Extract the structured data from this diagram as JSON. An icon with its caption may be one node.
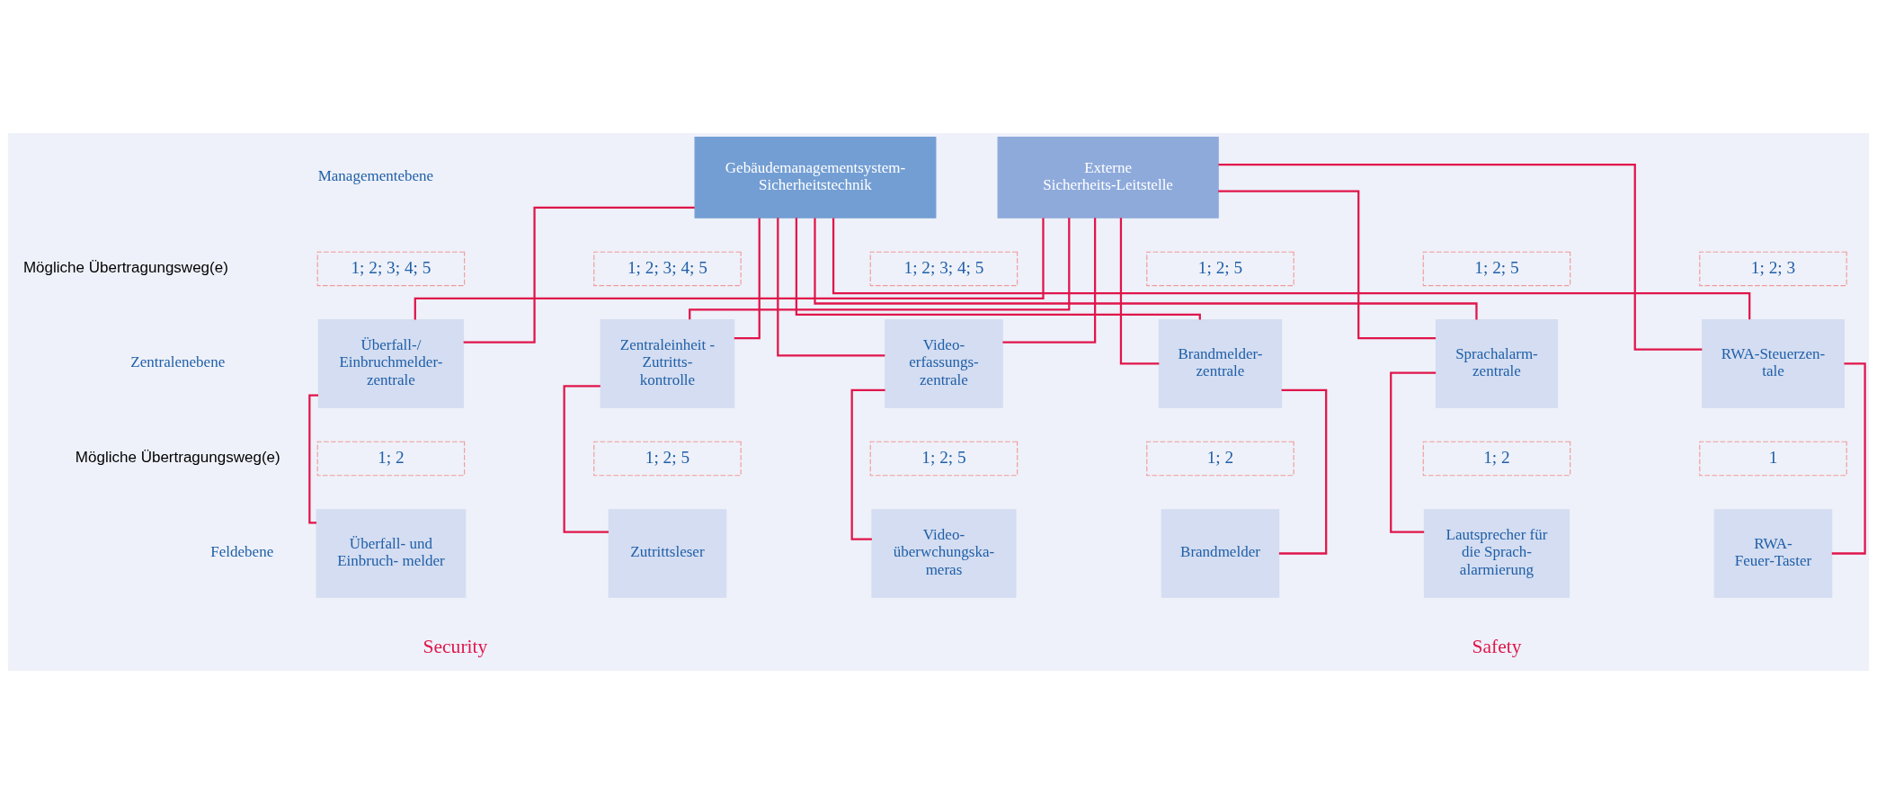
{
  "diagram": {
    "nodes": [
      {
        "text": [
          "Gebäudemanagementsystem- Sicherheitstechnik"
        ]
      },
      {
        "text": [
          "Externe Sicherheits-Leitstelle"
        ]
      },
      {
        "text": [
          "1; 2; 3; 4; 5"
        ]
      },
      {
        "text": [
          "1; 2; 3; 4; 5"
        ]
      },
      {
        "text": [
          "1; 2; 3; 4; 5"
        ]
      },
      {
        "text": [
          "1; 2; 5"
        ]
      },
      {
        "text": [
          "1; 2; 5"
        ]
      },
      {
        "text": [
          "1; 2; 3"
        ]
      },
      {
        "text": [
          "Überfall-/ Einbruchmelder- zentrale"
        ]
      },
      {
        "text": [
          "Zentraleinheit - Zutritts- kontrolle"
        ]
      },
      {
        "text": [
          "Video- erfassungs- zentrale"
        ]
      },
      {
        "text": [
          "Brandmelder- zentrale"
        ]
      },
      {
        "text": [
          "Sprachalarm- zentrale"
        ]
      },
      {
        "text": [
          "RWA-Steuerzen- tale"
        ]
      },
      {
        "text": [
          "1; 2"
        ]
      },
      {
        "text": [
          "1; 2; 5"
        ]
      },
      {
        "text": [
          "1; 2; 5"
        ]
      },
      {
        "text": [
          "1; 2"
        ]
      },
      {
        "text": [
          "1; 2"
        ]
      },
      {
        "text": [
          "1"
        ]
      },
      {
        "text": [
          "Überfall- und Einbruch- melder"
        ]
      },
      {
        "text": [
          "Zutrittsleser"
        ]
      },
      {
        "text": [
          "Video- überwchungska- meras"
        ]
      },
      {
        "text": [
          "Brandmelder"
        ]
      },
      {
        "text": [
          "Lautsprecher für die Sprach- alarmierung"
        ]
      },
      {
        "text": [
          "RWA- Feuer-Taster"
        ]
      }
    ],
    "edges": [
      {
        "from": 0,
        "to": 8,
        "arrow": "none"
      },
      {
        "from": 0,
        "to": 9,
        "arrow": "none"
      },
      {
        "from": 0,
        "to": 10,
        "arrow": "none"
      },
      {
        "from": 0,
        "to": 11,
        "arrow": "none"
      },
      {
        "from": 0,
        "to": 12,
        "arrow": "none"
      },
      {
        "from": 0,
        "to": 13,
        "arrow": "none"
      },
      {
        "from": 1,
        "to": 8,
        "arrow": "none"
      },
      {
        "from": 1,
        "to": 9,
        "arrow": "none"
      },
      {
        "from": 1,
        "to": 10,
        "arrow": "none"
      },
      {
        "from": 1,
        "to": 11,
        "arrow": "none"
      },
      {
        "from": 1,
        "to": 12,
        "arrow": "none"
      },
      {
        "from": 1,
        "to": 13,
        "arrow": "none"
      },
      {
        "from": 8,
        "to": 20,
        "arrow": "none"
      },
      {
        "from": 9,
        "to": 21,
        "arrow": "none"
      },
      {
        "from": 10,
        "to": 22,
        "arrow": "none"
      },
      {
        "from": 11,
        "to": 23,
        "arrow": "none"
      },
      {
        "from": 12,
        "to": 24,
        "arrow": "none"
      },
      {
        "from": 13,
        "to": 25,
        "arrow": "none"
      }
    ],
    "labels": [
      "Managementebene",
      "Mögliche Übertragungsweg(e)",
      "Zentralenebene",
      "Mögliche Übertragungsweg(e)",
      "Feldebene",
      "Security",
      "Safety"
    ]
  }
}
